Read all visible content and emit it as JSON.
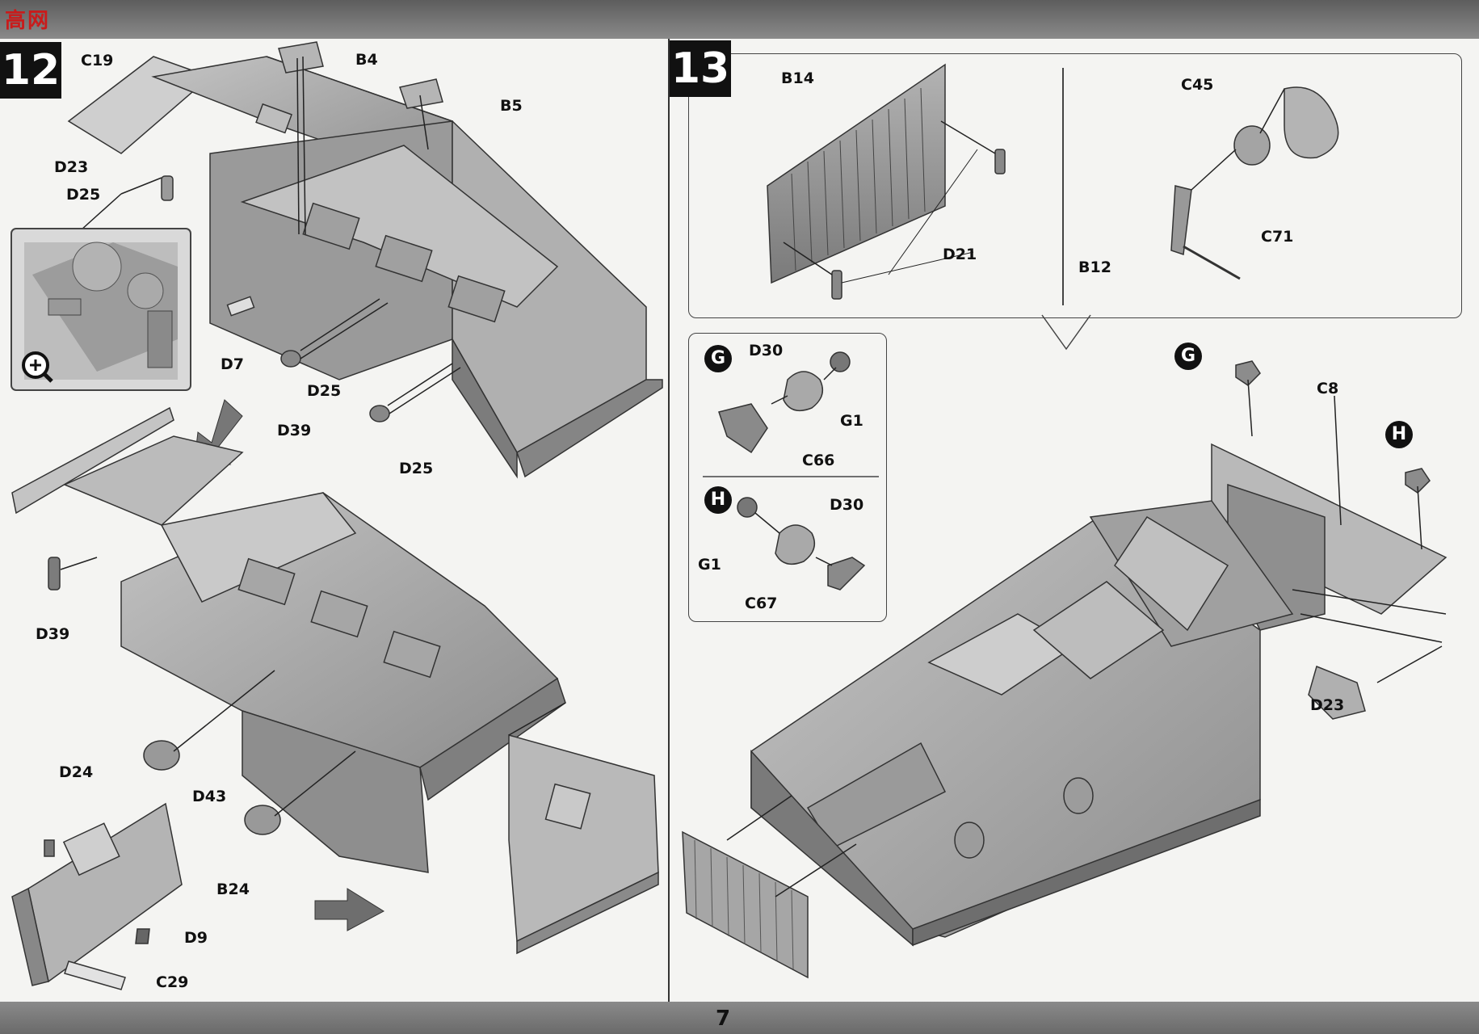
{
  "watermark": {
    "logo_text": "高网"
  },
  "page_number": "7",
  "step12": {
    "number": "12",
    "labels": {
      "c19": "C19",
      "b4": "B4",
      "b5": "B5",
      "d23": "D23",
      "d25_top": "D25",
      "d7": "D7",
      "d25_mid": "D25",
      "d39": "D39",
      "d25_low": "D25",
      "d39_lower": "D39",
      "d24": "D24",
      "d43": "D43",
      "b24": "B24",
      "d9": "D9",
      "c29": "C29"
    },
    "zoom_icon": "zoom-in-icon"
  },
  "step13": {
    "number": "13",
    "labels": {
      "b14": "B14",
      "d21": "D21",
      "c45": "C45",
      "c71": "C71",
      "b12": "B12",
      "c8": "C8",
      "d23": "D23"
    },
    "inset": {
      "g_marker": "G",
      "h_marker": "H",
      "d30_g": "D30",
      "g1_g": "G1",
      "c66": "C66",
      "d30_h": "D30",
      "g1_h": "G1",
      "c67": "C67"
    },
    "main_markers": {
      "g": "G",
      "h": "H"
    }
  },
  "colors": {
    "paper": "#f4f4f2",
    "part": "#a9a9a9",
    "part_dark": "#7c7c7c",
    "ink": "#111111"
  }
}
